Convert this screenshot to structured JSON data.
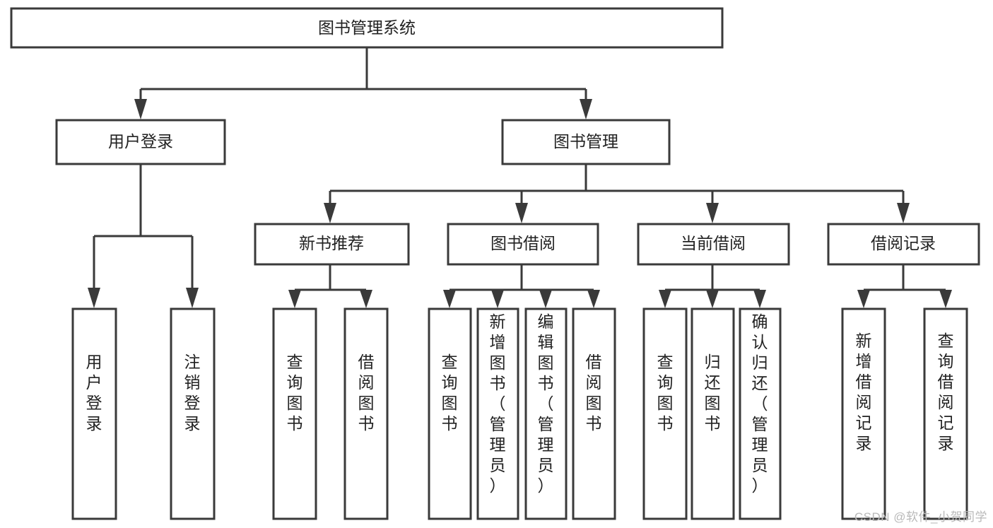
{
  "diagram": {
    "type": "tree-hierarchy",
    "title": "图书管理系统",
    "watermark": "CSDN @软件_小贺同学",
    "colors": {
      "stroke": "#3a3a3a",
      "box_fill": "#ffffff",
      "text": "#222222",
      "background": "#ffffff",
      "watermark": "#b9b9b9"
    },
    "levels": [
      {
        "level": 1,
        "nodes": [
          {
            "id": "root",
            "label": "图书管理系统",
            "orientation": "horizontal"
          }
        ]
      },
      {
        "level": 2,
        "nodes": [
          {
            "id": "user-login",
            "label": "用户登录",
            "orientation": "horizontal",
            "parent": "root"
          },
          {
            "id": "book-manage",
            "label": "图书管理",
            "orientation": "horizontal",
            "parent": "root"
          }
        ]
      },
      {
        "level": 3,
        "nodes": [
          {
            "id": "new-book-rec",
            "label": "新书推荐",
            "orientation": "horizontal",
            "parent": "book-manage"
          },
          {
            "id": "book-borrow",
            "label": "图书借阅",
            "orientation": "horizontal",
            "parent": "book-manage"
          },
          {
            "id": "current-borrow",
            "label": "当前借阅",
            "orientation": "horizontal",
            "parent": "book-manage"
          },
          {
            "id": "borrow-record",
            "label": "借阅记录",
            "orientation": "horizontal",
            "parent": "book-manage"
          }
        ]
      },
      {
        "level": 4,
        "nodes": [
          {
            "id": "leaf-user-login",
            "label": "用户登录",
            "orientation": "vertical",
            "parent": "user-login"
          },
          {
            "id": "leaf-logout",
            "label": "注销登录",
            "orientation": "vertical",
            "parent": "user-login"
          },
          {
            "id": "leaf-query-book-1",
            "label": "查询图书",
            "orientation": "vertical",
            "parent": "new-book-rec"
          },
          {
            "id": "leaf-borrow-book-1",
            "label": "借阅图书",
            "orientation": "vertical",
            "parent": "new-book-rec"
          },
          {
            "id": "leaf-query-book-2",
            "label": "查询图书",
            "orientation": "vertical",
            "parent": "book-borrow"
          },
          {
            "id": "leaf-add-book",
            "label": "新增图书（管理员）",
            "orientation": "vertical",
            "parent": "book-borrow"
          },
          {
            "id": "leaf-edit-book",
            "label": "编辑图书（管理员）",
            "orientation": "vertical",
            "parent": "book-borrow"
          },
          {
            "id": "leaf-borrow-book-2",
            "label": "借阅图书",
            "orientation": "vertical",
            "parent": "book-borrow"
          },
          {
            "id": "leaf-query-book-3",
            "label": "查询图书",
            "orientation": "vertical",
            "parent": "current-borrow"
          },
          {
            "id": "leaf-return-book",
            "label": "归还图书",
            "orientation": "vertical",
            "parent": "current-borrow"
          },
          {
            "id": "leaf-confirm-return",
            "label": "确认归还（管理员）",
            "orientation": "vertical",
            "parent": "current-borrow"
          },
          {
            "id": "leaf-add-record",
            "label": "新增借阅记录",
            "orientation": "vertical",
            "parent": "borrow-record"
          },
          {
            "id": "leaf-query-record",
            "label": "查询借阅记录",
            "orientation": "vertical",
            "parent": "borrow-record"
          }
        ]
      }
    ]
  }
}
